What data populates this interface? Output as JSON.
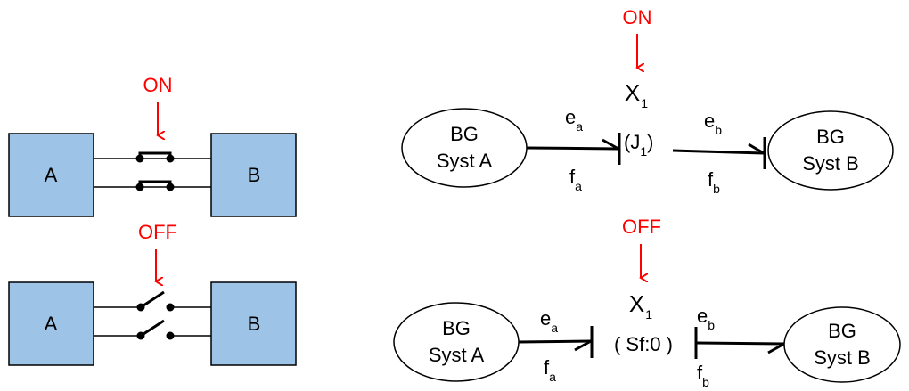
{
  "colors": {
    "accent": "#ff0000",
    "box_fill": "#9dc3e6",
    "stroke": "#000000"
  },
  "left": {
    "on": {
      "label": "ON",
      "box_a": "A",
      "box_b": "B",
      "switch_state": "closed"
    },
    "off": {
      "label": "OFF",
      "box_a": "A",
      "box_b": "B",
      "switch_state": "open"
    }
  },
  "right": {
    "on": {
      "label": "ON",
      "junction_var": "X",
      "junction_var_sub": "1",
      "junction_prefix": "(J",
      "junction_sub": "1",
      "junction_suffix": ")",
      "sys_a_line1": "BG",
      "sys_a_line2": "Syst A",
      "sys_b_line1": "BG",
      "sys_b_line2": "Syst B",
      "effort_a": "e",
      "effort_a_sub": "a",
      "flow_a": "f",
      "flow_a_sub": "a",
      "effort_b": "e",
      "effort_b_sub": "b",
      "flow_b": "f",
      "flow_b_sub": "b"
    },
    "off": {
      "label": "OFF",
      "junction_var": "X",
      "junction_var_sub": "1",
      "element": "( Sf:0 )",
      "sys_a_line1": "BG",
      "sys_a_line2": "Syst A",
      "sys_b_line1": "BG",
      "sys_b_line2": "Syst B",
      "effort_a": "e",
      "effort_a_sub": "a",
      "flow_a": "f",
      "flow_a_sub": "a",
      "effort_b": "e",
      "effort_b_sub": "b",
      "flow_b": "f",
      "flow_b_sub": "b"
    }
  }
}
